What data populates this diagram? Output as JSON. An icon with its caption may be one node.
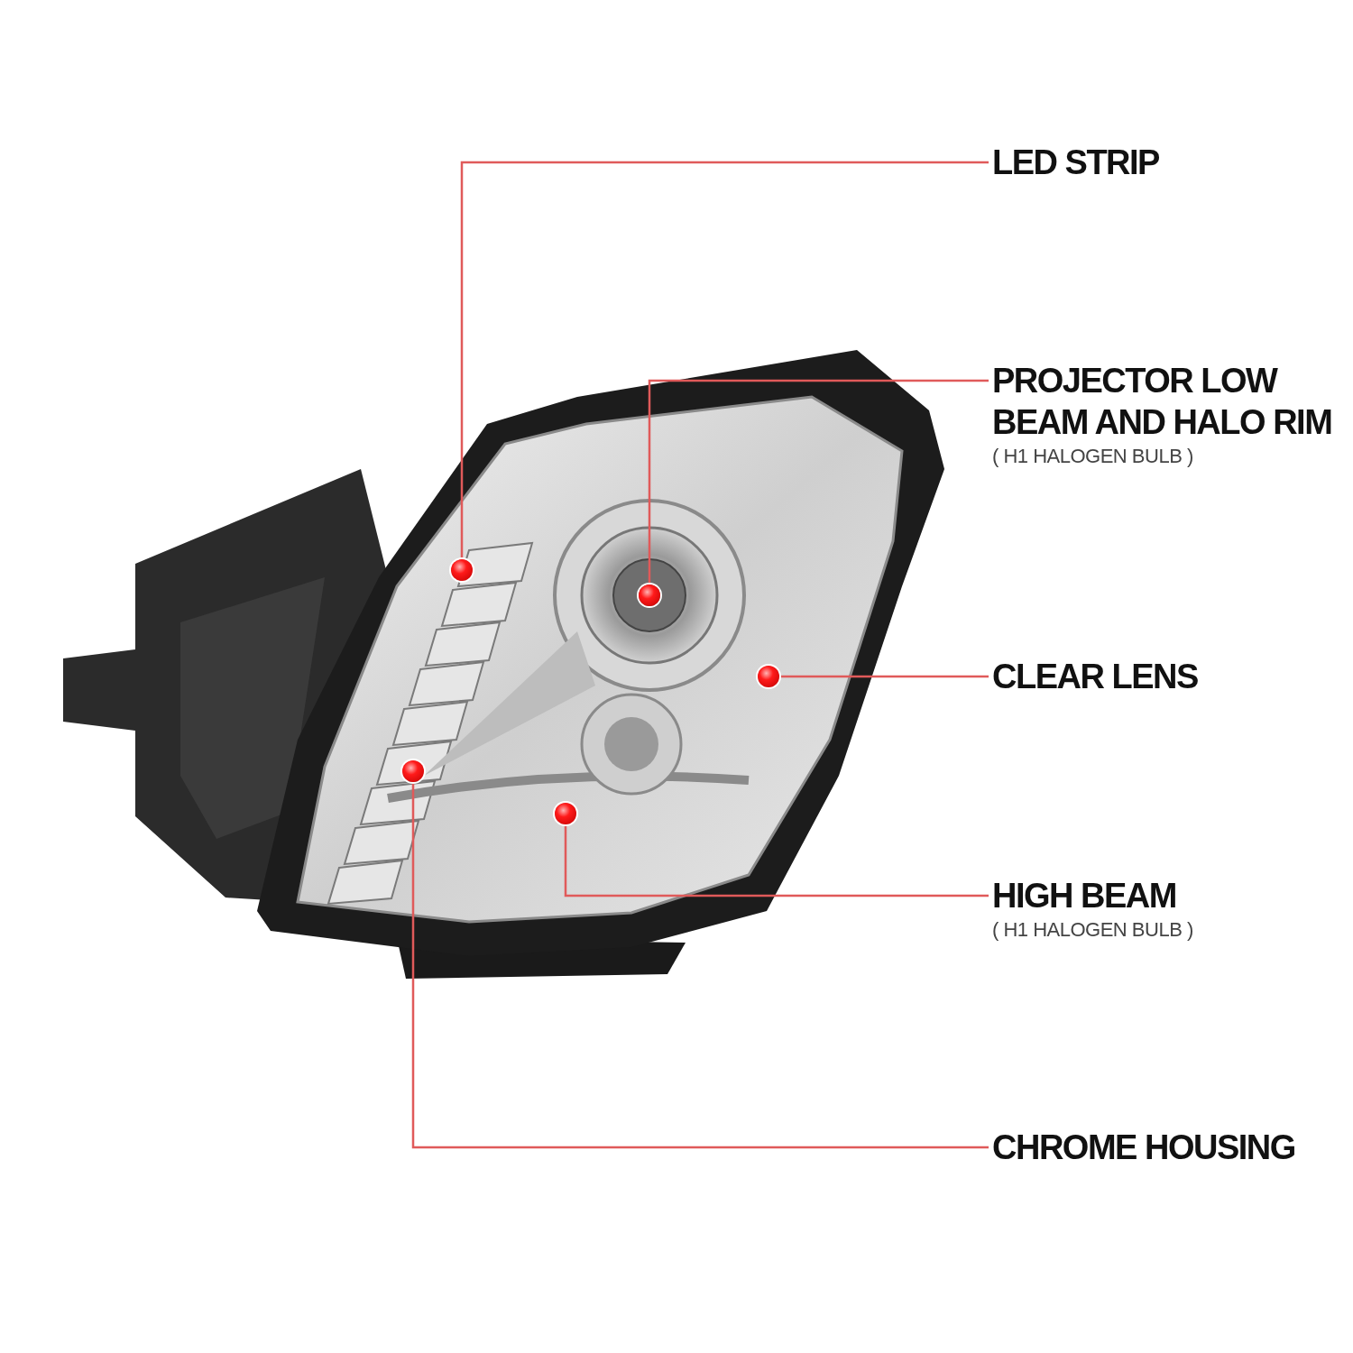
{
  "diagram": {
    "nodes": [
      {
        "text": [
          "LED STRIP"
        ]
      },
      {
        "text": [
          "PROJECTOR LOW BEAM AND HALO RIM",
          "( H1 HALOGEN BULB )"
        ]
      },
      {
        "text": [
          "CLEAR LENS"
        ]
      },
      {
        "text": [
          "HIGH BEAM",
          "( H1 HALOGEN BULB )"
        ]
      },
      {
        "text": [
          "CHROME HOUSING"
        ]
      },
      {
        "text": [],
        "shape": "circle"
      },
      {
        "text": [],
        "shape": "circle"
      },
      {
        "text": [],
        "shape": "circle"
      },
      {
        "text": [],
        "shape": "circle"
      },
      {
        "text": [],
        "shape": "circle"
      }
    ],
    "edges": [
      {
        "from": 0,
        "to": 5,
        "arrow": "none"
      },
      {
        "from": 1,
        "to": 6,
        "arrow": "none"
      },
      {
        "from": 2,
        "to": 7,
        "arrow": "none"
      },
      {
        "from": 3,
        "to": 8,
        "arrow": "none"
      },
      {
        "from": 4,
        "to": 9,
        "arrow": "none"
      }
    ]
  }
}
